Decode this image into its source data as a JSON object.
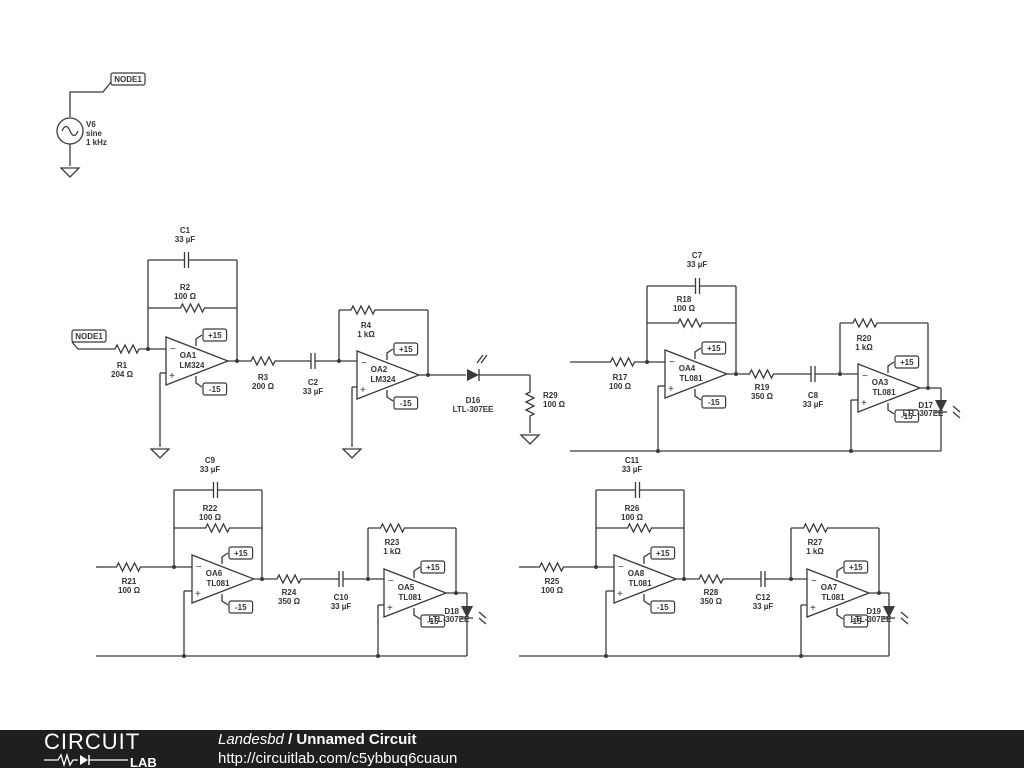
{
  "source": {
    "node": "NODE1",
    "label": "V6",
    "type": "sine",
    "freq": "1 kHz"
  },
  "rails": {
    "pos": "+15",
    "neg": "-15"
  },
  "stages": [
    {
      "r_in": [
        "R1",
        "204 Ω"
      ],
      "c_fb": [
        "C1",
        "33 µF"
      ],
      "r_fb": [
        "R2",
        "100 Ω"
      ],
      "oa1": [
        "OA1",
        "LM324"
      ],
      "r_mid": [
        "R3",
        "200 Ω"
      ],
      "c_mid": [
        "C2",
        "33 µF"
      ],
      "r_fb2": [
        "R4",
        "1 kΩ"
      ],
      "oa2": [
        "OA2",
        "LM324"
      ],
      "led": [
        "D16",
        "LTL-307EE"
      ],
      "r_load": [
        "R29",
        "100 Ω"
      ],
      "in_node": "NODE1"
    },
    {
      "r_in": [
        "R17",
        "100 Ω"
      ],
      "c_fb": [
        "C7",
        "33 µF"
      ],
      "r_fb": [
        "R18",
        "100 Ω"
      ],
      "oa1": [
        "OA4",
        "TL081"
      ],
      "r_mid": [
        "R19",
        "350 Ω"
      ],
      "c_mid": [
        "C8",
        "33 µF"
      ],
      "r_fb2": [
        "R20",
        "1 kΩ"
      ],
      "oa2": [
        "OA3",
        "TL081"
      ],
      "led": [
        "D17",
        "LTL-307EE"
      ]
    },
    {
      "r_in": [
        "R21",
        "100 Ω"
      ],
      "c_fb": [
        "C9",
        "33 µF"
      ],
      "r_fb": [
        "R22",
        "100 Ω"
      ],
      "oa1": [
        "OA6",
        "TL081"
      ],
      "r_mid": [
        "R24",
        "350 Ω"
      ],
      "c_mid": [
        "C10",
        "33 µF"
      ],
      "r_fb2": [
        "R23",
        "1 kΩ"
      ],
      "oa2": [
        "OA5",
        "TL081"
      ],
      "led": [
        "D18",
        "LTL-307EE"
      ]
    },
    {
      "r_in": [
        "R25",
        "100 Ω"
      ],
      "c_fb": [
        "C11",
        "33 µF"
      ],
      "r_fb": [
        "R26",
        "100 Ω"
      ],
      "oa1": [
        "OA8",
        "TL081"
      ],
      "r_mid": [
        "R28",
        "350 Ω"
      ],
      "c_mid": [
        "C12",
        "33 µF"
      ],
      "r_fb2": [
        "R27",
        "1 kΩ"
      ],
      "oa2": [
        "OA7",
        "TL081"
      ],
      "led": [
        "D19",
        "LTL-307EE"
      ]
    }
  ],
  "footer": {
    "logo_top": "CIRCUIT",
    "logo_bottom": "LAB",
    "author": "Landesbd",
    "separator": " / ",
    "title": "Unnamed Circuit",
    "url": "http://circuitlab.com/c5ybbuq6cuaun"
  }
}
